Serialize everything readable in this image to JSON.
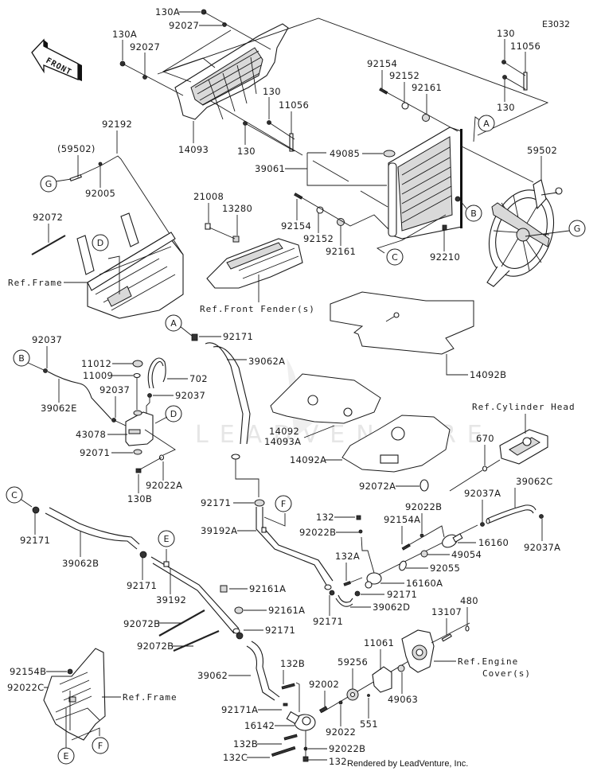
{
  "diagram": {
    "code": "E3032",
    "front_label": "FRONT",
    "watermark": "LEADVENTURE",
    "credit": "Rendered by LeadVenture, Inc.",
    "bubbles": [
      "A",
      "B",
      "C",
      "D",
      "E",
      "F",
      "G"
    ],
    "references": {
      "frame_top": "Ref.Frame",
      "front_fender": "Ref.Front Fender(s)",
      "cylinder_head": "Ref.Cylinder Head",
      "engine_cover_1": "Ref.Engine",
      "engine_cover_2": "Cover(s)",
      "frame_bottom": "Ref.Frame"
    },
    "labels": {
      "p130A_1": "130A",
      "p92027_1": "92027",
      "p130A_2": "130A",
      "p92027_2": "92027",
      "p14093": "14093",
      "p130_1": "130",
      "p11056_1": "11056",
      "p130_2": "130",
      "p39061": "39061",
      "p49085": "49085",
      "p92154_top": "92154",
      "p92152_top": "92152",
      "p92161_top": "92161",
      "p130_3": "130",
      "p11056_2": "11056",
      "p130_4": "130",
      "p59502": "59502",
      "p92192": "92192",
      "p59502_paren": "(59502)",
      "p92005": "92005",
      "p92072": "92072",
      "p21008": "21008",
      "p13280": "13280",
      "p92154_mid": "92154",
      "p92152_mid": "92152",
      "p92161_mid": "92161",
      "p92210": "92210",
      "p92171_a": "92171",
      "p39062A": "39062A",
      "p14092B": "14092B",
      "p92037_1": "92037",
      "p39062E": "39062E",
      "p11012": "11012",
      "p11009": "11009",
      "p702": "702",
      "p92037_2": "92037",
      "p92037_3": "92037",
      "p43078": "43078",
      "p92071": "92071",
      "p92022A": "92022A",
      "p130B": "130B",
      "p14092": "14092",
      "p14093A": "14093A",
      "p14092A": "14092A",
      "p670": "670",
      "p92072A": "92072A",
      "p39062C": "39062C",
      "p92037A_1": "92037A",
      "p92037A_2": "92037A",
      "p92171_c": "92171",
      "p39062B": "39062B",
      "p92171_b": "92171",
      "p39192": "39192",
      "p92171_f": "92171",
      "p39192A": "39192A",
      "p132": "132",
      "p92022B_1": "92022B",
      "p92022B_2": "92022B",
      "p92154A": "92154A",
      "p16160": "16160",
      "p49054": "49054",
      "p92055": "92055",
      "p132A": "132A",
      "p16160A": "16160A",
      "p92171_g": "92171",
      "p39062D": "39062D",
      "p92171_h": "92171",
      "p92161A_1": "92161A",
      "p92161A_2": "92161A",
      "p92171_i": "92171",
      "p92154B": "92154B",
      "p92022C": "92022C",
      "p92072B_1": "92072B",
      "p92072B_2": "92072B",
      "p480": "480",
      "p13107": "13107",
      "p11061": "11061",
      "p59256": "59256",
      "p92002": "92002",
      "p49063": "49063",
      "p551": "551",
      "p92022": "92022",
      "p39062": "39062",
      "p132B_1": "132B",
      "p92171A": "92171A",
      "p16142": "16142",
      "p132B_2": "132B",
      "p132C": "132C",
      "p92022B_3": "92022B",
      "p132_2": "132"
    }
  }
}
